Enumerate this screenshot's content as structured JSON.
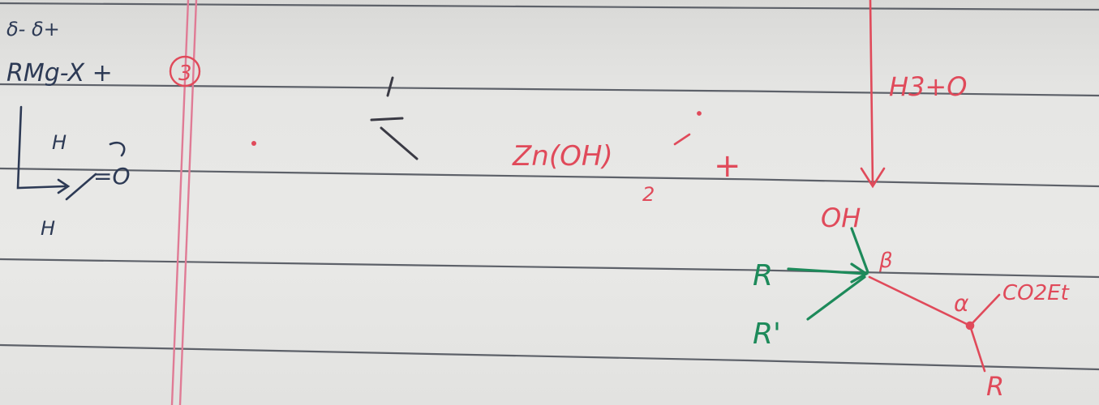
{
  "page": {
    "colors": {
      "paper": "#e6e6e4",
      "ruled_line": "#5d6169",
      "margin_line": "#e07b95",
      "ink_dark": "#2d3a55",
      "ink_red": "#e04a5a",
      "ink_green": "#1d8a5a"
    }
  },
  "left_reaction": {
    "charges": "δ- δ+",
    "reagent": "RMg-X +",
    "step_number": "3",
    "h_top": "H",
    "carbonyl": "=O",
    "h_bottom": "H"
  },
  "middle": {
    "zinc_product": "Zn(OH)",
    "zinc_subscript": "2",
    "plus": "+"
  },
  "right_reaction": {
    "acid_reagent": "H3+O",
    "oh_label": "OH",
    "beta_label": "β",
    "alpha_label": "α",
    "ester_label": "CO2Et",
    "r_label": "R",
    "r_prime_label": "R'",
    "r_bottom_label": "R"
  }
}
